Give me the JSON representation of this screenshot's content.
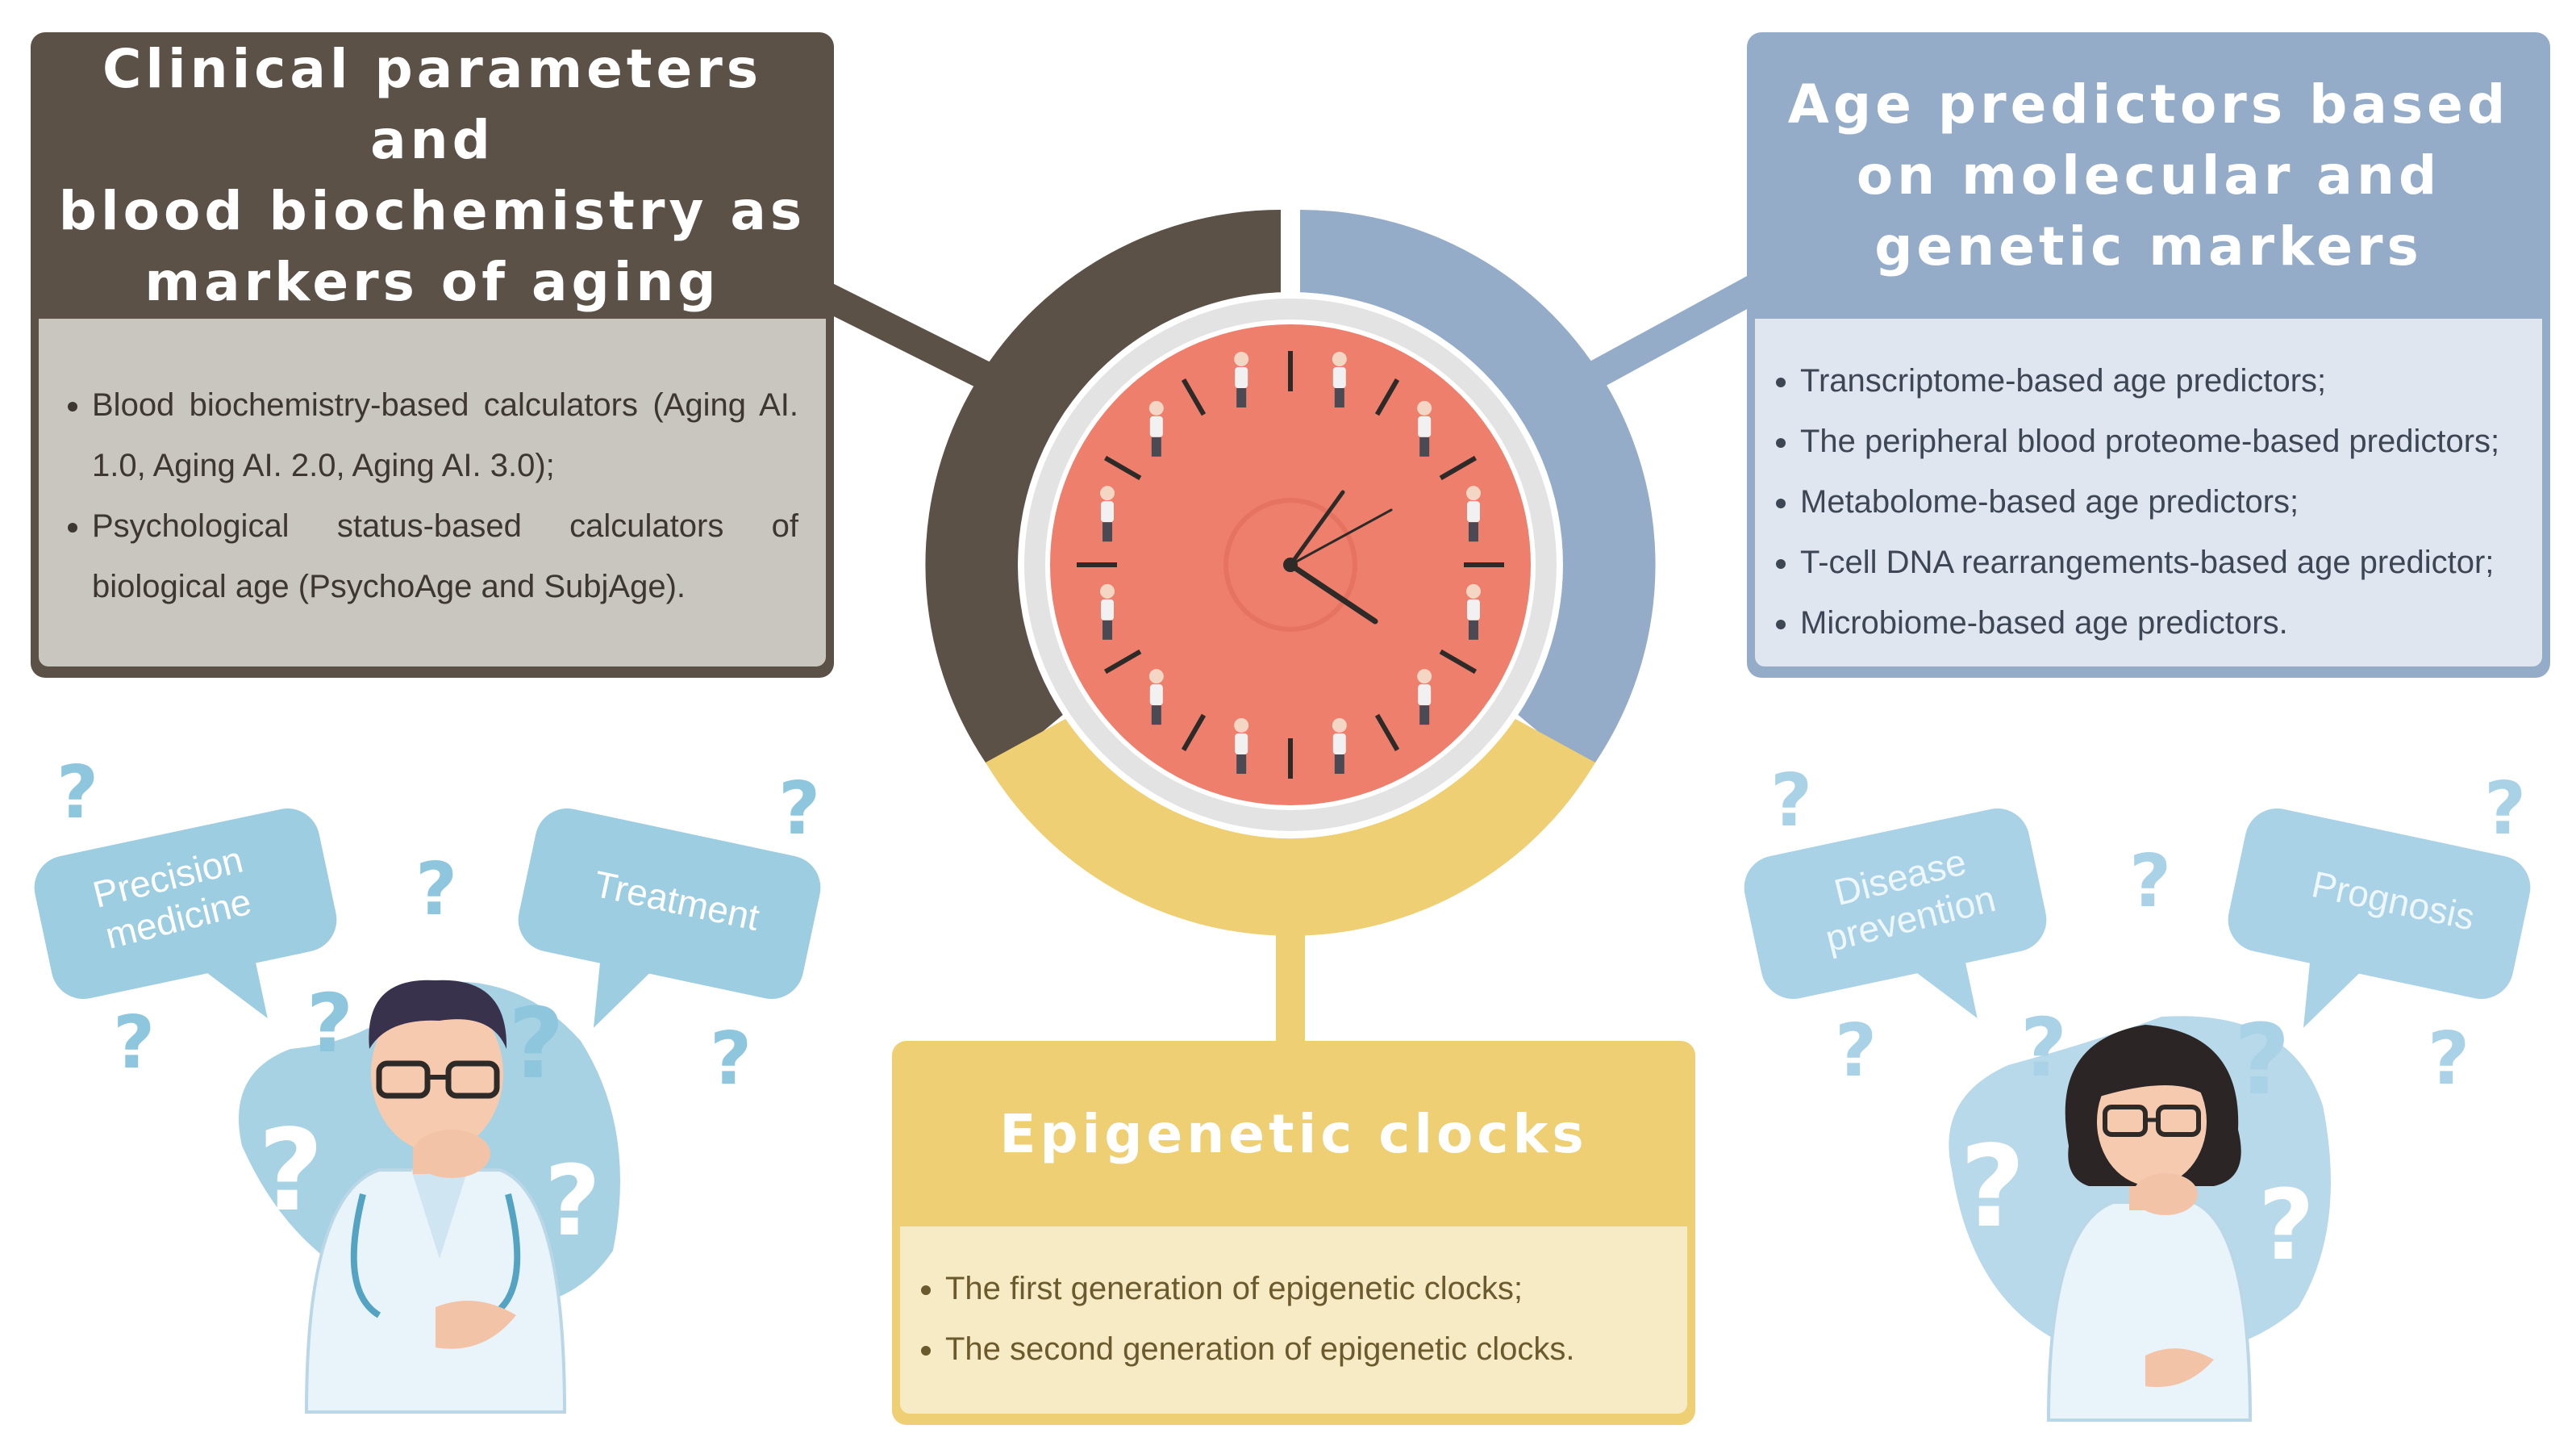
{
  "colors": {
    "brown": "#5c5147",
    "brown_body": "#c9c5bf",
    "blue": "#94acc8",
    "blue_body": "#dfe6ef",
    "yellow": "#eecf73",
    "yellow_body": "#f7ebc6",
    "clock_face": "#ed7f6c",
    "bubble": "#9dcde0"
  },
  "clinical_box": {
    "title_line1": "Clinical parameters and",
    "title_line2": "blood biochemistry as",
    "title_line3": "markers of aging",
    "items": [
      "Blood biochemistry-based calculators (Aging AI. 1.0, Aging AI. 2.0, Aging AI. 3.0);",
      "Psychological status-based calculators of biological age (PsychoAge and SubjAge)."
    ]
  },
  "molecular_box": {
    "title_line1": "Age predictors based",
    "title_line2": "on molecular and",
    "title_line3": "genetic markers",
    "items": [
      "Transcriptome-based age predictors;",
      "The peripheral blood proteome-based predictors;",
      "Metabolome-based age predictors;",
      "T-cell DNA rearrangements-based age predictor;",
      "Microbiome-based age predictors."
    ]
  },
  "epigenetic_box": {
    "title": "Epigenetic clocks",
    "items": [
      "The first generation of epigenetic clocks;",
      "The second generation of epigenetic clocks."
    ]
  },
  "bubbles": {
    "precision_line1": "Precision",
    "precision_line2": "medicine",
    "treatment": "Treatment",
    "disease_line1": "Disease",
    "disease_line2": "prevention",
    "prognosis": "Prognosis"
  },
  "question_mark": "?",
  "icons": {
    "clock": "clock-with-aging-people-icon",
    "male_doctor": "thinking-male-doctor-icon",
    "female_doctor": "thinking-female-doctor-icon"
  }
}
